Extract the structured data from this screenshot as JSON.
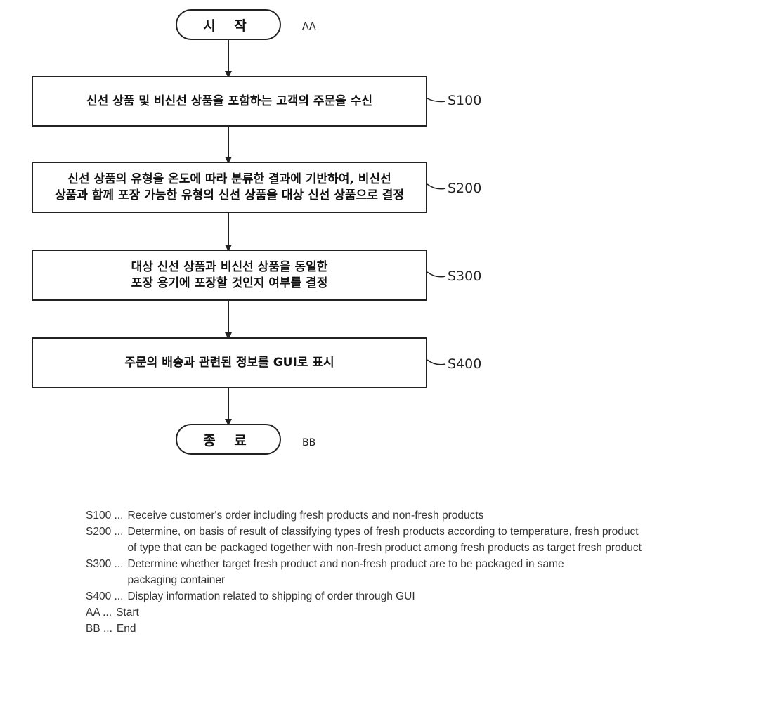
{
  "start": {
    "label": "시 작",
    "code": "AA"
  },
  "end": {
    "label": "종 료",
    "code": "BB"
  },
  "steps": [
    {
      "code": "S100",
      "lines": [
        "신선 상품 및 비신선 상품을 포함하는 고객의 주문을 수신"
      ]
    },
    {
      "code": "S200",
      "lines": [
        "신선 상품의 유형을 온도에 따라 분류한 결과에 기반하여, 비신선",
        "상품과 함께 포장 가능한 유형의 신선 상품을 대상 신선 상품으로 결정"
      ]
    },
    {
      "code": "S300",
      "lines": [
        "대상 신선 상품과 비신선 상품을 동일한",
        "포장 용기에 포장할 것인지 여부를 결정"
      ]
    },
    {
      "code": "S400",
      "lines": [
        "주문의 배송과 관련된 정보를 GUI로 표시"
      ]
    }
  ],
  "legend": [
    {
      "code": "S100 ...",
      "text": "Receive customer's order including fresh products and non-fresh products"
    },
    {
      "code": "S200 ...",
      "text": "Determine, on basis of result of classifying types of fresh products according to temperature, fresh product of type that can be packaged together with non-fresh product among fresh products as target fresh product"
    },
    {
      "code": "S300 ...",
      "text": "Determine whether target fresh product and non-fresh product are to be packaged in same packaging container"
    },
    {
      "code": "S400 ...",
      "text": "Display information related to shipping of order through GUI"
    },
    {
      "code": "AA ...",
      "text": "Start"
    },
    {
      "code": "BB ...",
      "text": "End"
    }
  ]
}
